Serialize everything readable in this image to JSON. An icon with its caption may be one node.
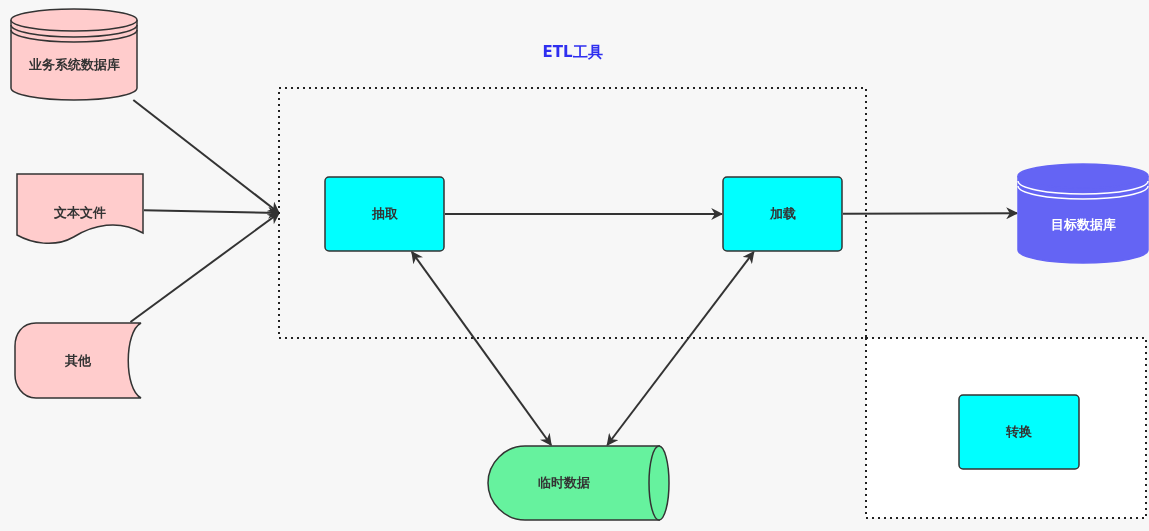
{
  "diagram": {
    "nodes": [
      {
        "text": [
          "业务系统数据库"
        ]
      },
      {
        "text": [
          "文本文件"
        ]
      },
      {
        "text": [
          "其他"
        ]
      },
      {
        "text": [
          "ETL工具"
        ]
      },
      {
        "text": [
          "抽取"
        ],
        "in": 3
      },
      {
        "text": [
          "加载"
        ],
        "in": 3
      },
      {
        "text": [
          "目标数据库"
        ]
      },
      {
        "text": [
          "临时数据"
        ]
      },
      {
        "text": [],
        "shape": "box"
      },
      {
        "text": [
          "转换"
        ],
        "in": 8
      }
    ],
    "edges": [
      {
        "from": 0,
        "to": 3,
        "arrow": "to"
      },
      {
        "from": 1,
        "to": 3,
        "arrow": "to"
      },
      {
        "from": 2,
        "to": 3,
        "arrow": "to"
      },
      {
        "from": 4,
        "to": 5,
        "arrow": "to"
      },
      {
        "from": 5,
        "to": 6,
        "arrow": "to"
      },
      {
        "from": 4,
        "to": 7,
        "arrow": "both"
      },
      {
        "from": 5,
        "to": 7,
        "arrow": "both"
      }
    ]
  }
}
